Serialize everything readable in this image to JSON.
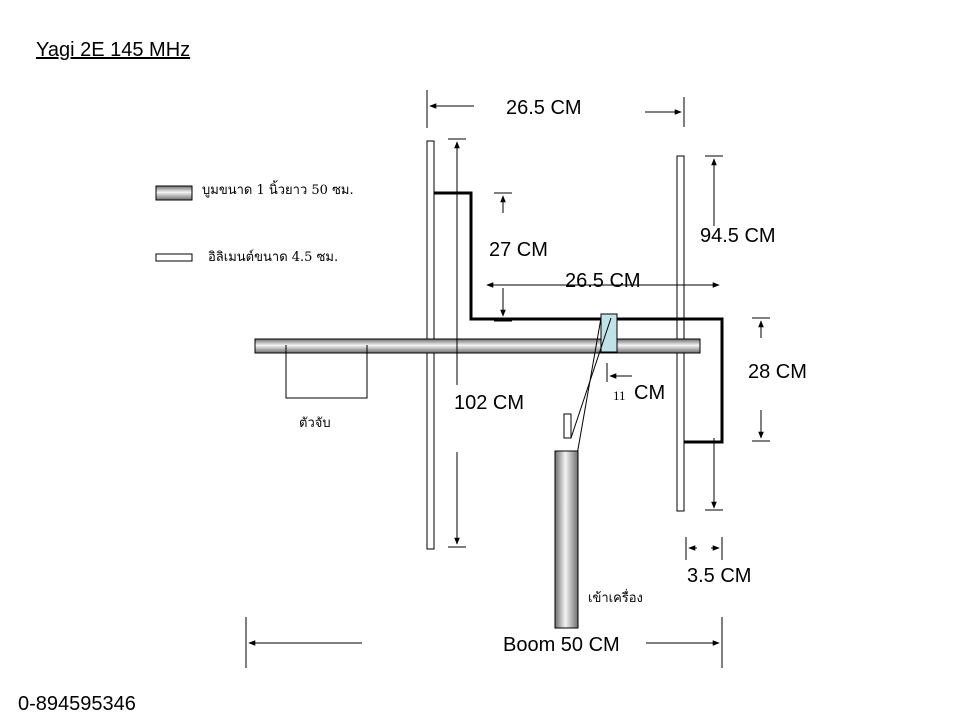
{
  "title": "Yagi 2E 145 MHz",
  "legend": {
    "boom_desc": "บูมขนาด 1 นิ้วยาว 50 ซม.",
    "element_desc": "อิลิเมนต์ขนาด 4.5 ซม."
  },
  "labels": {
    "spacing_top": "26.5 CM",
    "spacing_mid": "26.5 CM",
    "feed_height": "27 CM",
    "director_length": "94.5 CM",
    "reflector_length": "102 CM",
    "feed_gap_value": "11",
    "feed_gap_unit": "CM",
    "loop_height": "28 CM",
    "offset": "3.5 CM",
    "boom_length": "Boom 50 CM",
    "mount": "ตัวจับ",
    "to_radio": "เข้าเครื่อง"
  },
  "footer": {
    "phone": "0-894595346"
  },
  "colors": {
    "line": "#000000",
    "feed_point": "#bfe3e6",
    "metal_dark": "#707070",
    "metal_light": "#f2f2f2"
  }
}
